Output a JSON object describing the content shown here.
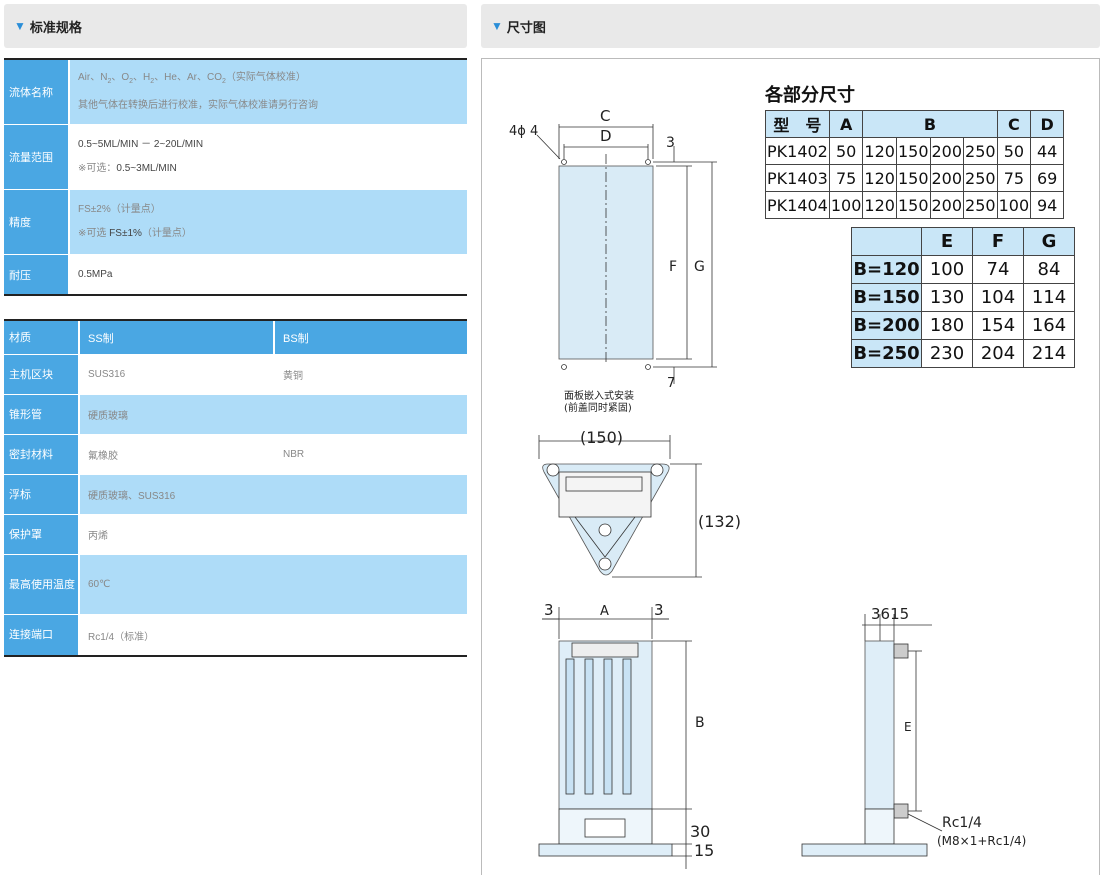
{
  "left_panel": {
    "title": "标准规格"
  },
  "right_panel": {
    "title": "尺寸图"
  },
  "spec": {
    "fluid_label": "流体名称",
    "fluid_line1_a": "Air、N",
    "fluid_sub_2a": "2",
    "fluid_line1_b": "、O",
    "fluid_sub_2b": "2",
    "fluid_line1_c": "、H",
    "fluid_sub_2c": "2",
    "fluid_line1_d": "、He、Ar、CO",
    "fluid_sub_2d": "2",
    "fluid_line1_e": "（实际气体校准）",
    "fluid_line2": "其他气体在转换后进行校准，实际气体校准请另行咨询",
    "range_label": "流量范围",
    "range_line1": "0.5~5ML/MIN － 2~20L/MIN",
    "range_line2_prefix": "※可选：",
    "range_line2_value": "0.5~3ML/MIN",
    "accuracy_label": "精度",
    "accuracy_line1": "FS±2%（计量点）",
    "accuracy_line2_prefix": "※可选 ",
    "accuracy_line2_value": "FS±1%",
    "accuracy_line2_suffix": "（计量点）",
    "pressure_label": "耐压",
    "pressure_value": "0.5MPa"
  },
  "materials": {
    "header": [
      "材质",
      "SS制",
      "BS制"
    ],
    "rows": [
      {
        "label": "主机区块",
        "ss": "SUS316",
        "bs": "黄铜"
      },
      {
        "label": "锥形管",
        "ss": "硬质玻璃",
        "bs": ""
      },
      {
        "label": "密封材料",
        "ss": "氟橡胶",
        "bs": "NBR"
      },
      {
        "label": "浮标",
        "ss": "硬质玻璃、SUS316",
        "bs": ""
      },
      {
        "label": "保护罩",
        "ss": "丙烯",
        "bs": ""
      },
      {
        "label": "最高使用温度",
        "ss": "60℃",
        "bs": ""
      },
      {
        "label": "连接端口",
        "ss": "Rc1/4（标准）",
        "bs": ""
      }
    ]
  },
  "dimension_tables": {
    "title": "各部分尺寸",
    "table1": {
      "headers": [
        "型　号",
        "A",
        "B",
        "C",
        "D"
      ],
      "rows": [
        [
          "PK1402",
          "50",
          "120",
          "150",
          "200",
          "250",
          "50",
          "44"
        ],
        [
          "PK1403",
          "75",
          "120",
          "150",
          "200",
          "250",
          "75",
          "69"
        ],
        [
          "PK1404",
          "100",
          "120",
          "150",
          "200",
          "250",
          "100",
          "94"
        ]
      ]
    },
    "table2": {
      "headers": [
        "",
        "E",
        "F",
        "G"
      ],
      "rows": [
        [
          "B=120",
          "100",
          "74",
          "84"
        ],
        [
          "B=150",
          "130",
          "104",
          "114"
        ],
        [
          "B=200",
          "180",
          "154",
          "164"
        ],
        [
          "B=250",
          "230",
          "204",
          "214"
        ]
      ]
    }
  },
  "drawing_labels": {
    "hole": "4ϕ 4",
    "c": "C",
    "d": "D",
    "three_top": "3",
    "f": "F",
    "g": "G",
    "seven": "7",
    "caption1": "面板嵌入式安装",
    "caption2": "(前盖同时紧固)",
    "w150": "(150)",
    "h132": "(132)",
    "three_left": "3",
    "a": "A",
    "three_right": "3",
    "b": "B",
    "thirty": "30",
    "fifteen": "15",
    "side_top": "3615",
    "e": "E",
    "port": "Rc1/4",
    "port_detail": "(M8×1+Rc1/4)"
  }
}
